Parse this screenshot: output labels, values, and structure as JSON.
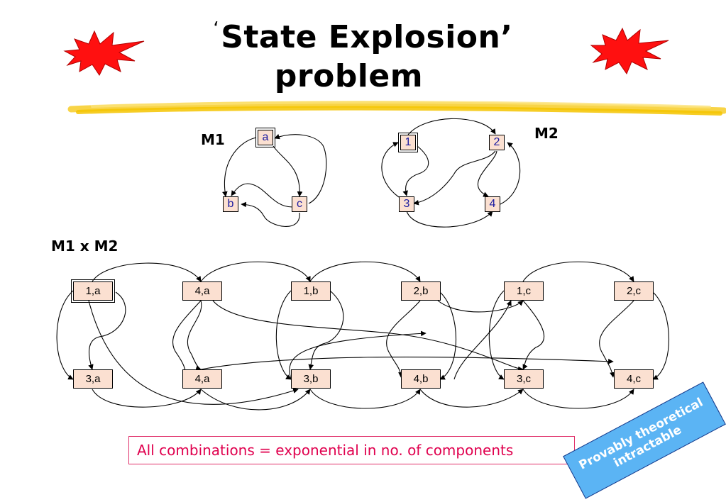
{
  "title": {
    "quote_open": "‘",
    "line1": "State Explosion’",
    "line2": "problem"
  },
  "m1": {
    "label": "M1",
    "states": [
      {
        "id": "a",
        "initial": true
      },
      {
        "id": "b",
        "initial": false
      },
      {
        "id": "c",
        "initial": false
      }
    ]
  },
  "m2": {
    "label": "M2",
    "states": [
      {
        "id": "1",
        "initial": true
      },
      {
        "id": "2",
        "initial": false
      },
      {
        "id": "3",
        "initial": false
      },
      {
        "id": "4",
        "initial": false
      }
    ]
  },
  "product": {
    "label": "M1 x M2",
    "top_row": [
      "1,a",
      "4,a",
      "1,b",
      "2,b",
      "1,c",
      "2,c"
    ],
    "bottom_row": [
      "3,a",
      "4,a",
      "3,b",
      "4,b",
      "3,c",
      "4,c"
    ],
    "initial_state": "1,a"
  },
  "note": "All combinations = exponential in no. of components",
  "stamp": {
    "line1": "Provably theoretical",
    "line2": "intractable"
  },
  "colors": {
    "state_fill": "#fbe0d1",
    "note_text": "#e0004e",
    "stamp_fill": "#5bb4f4",
    "highlight": "#f5c400",
    "burst": "#ff1010"
  },
  "icons": [
    "starburst-icon",
    "starburst-icon"
  ]
}
